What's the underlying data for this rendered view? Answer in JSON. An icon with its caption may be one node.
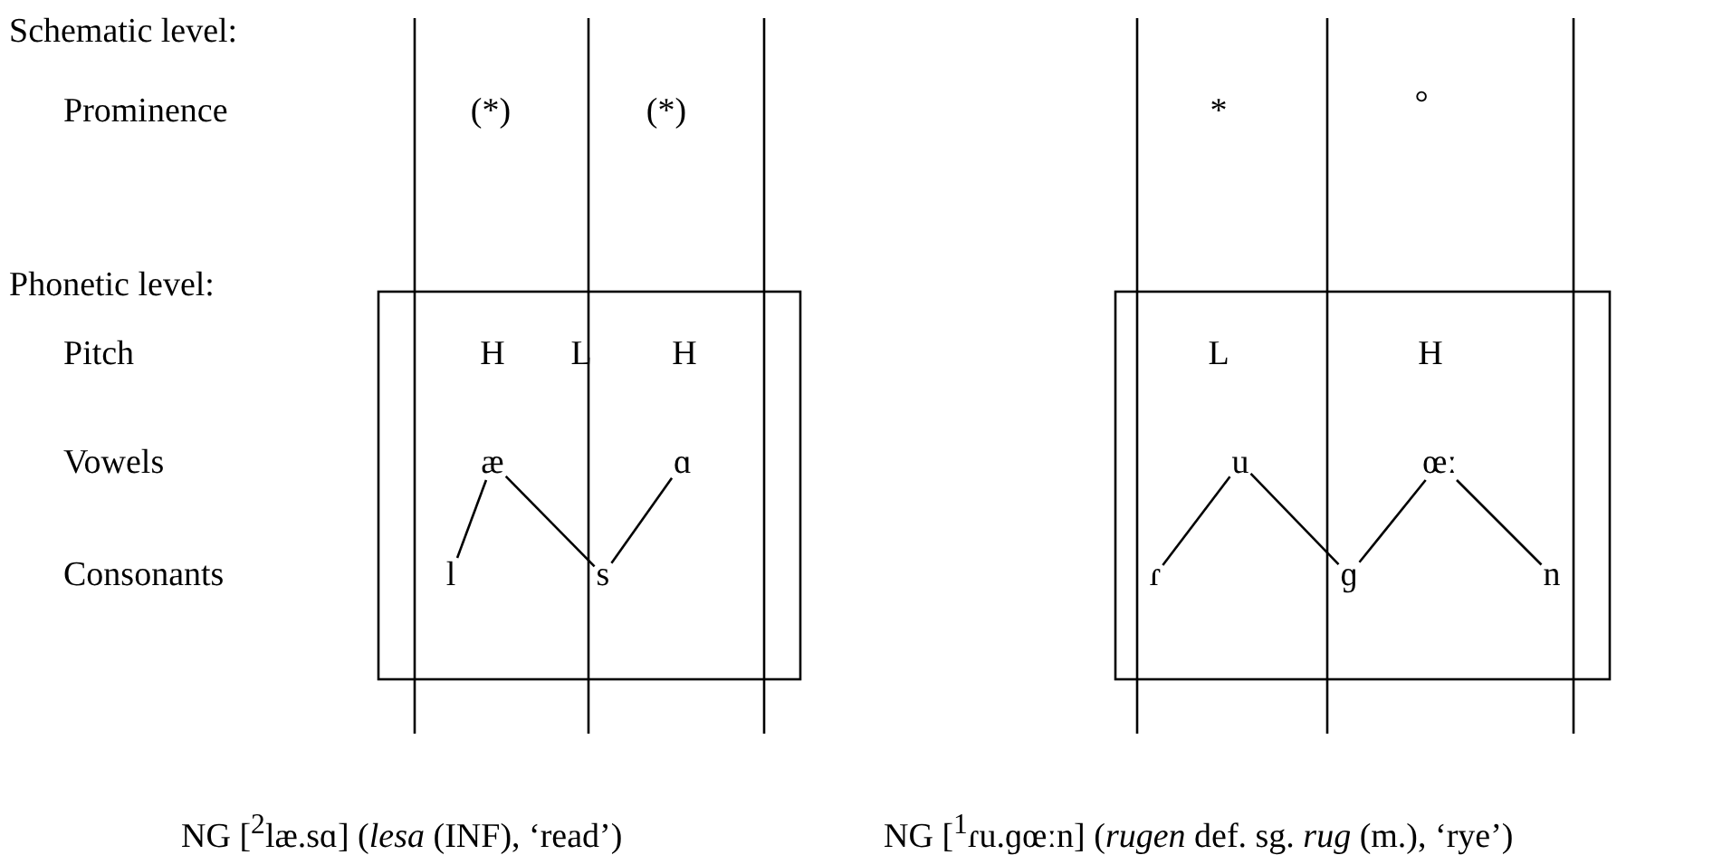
{
  "diagram": {
    "nodes": [
      {
        "text": [
          "æ"
        ]
      },
      {
        "text": [
          "ɑ"
        ]
      },
      {
        "text": [
          "l"
        ]
      },
      {
        "text": [
          "s"
        ]
      },
      {
        "text": [
          "u"
        ]
      },
      {
        "text": [
          "œː"
        ]
      },
      {
        "text": [
          "ɾ"
        ]
      },
      {
        "text": [
          "ɡ"
        ]
      },
      {
        "text": [
          "n"
        ]
      }
    ],
    "edges": [
      {
        "from": 0,
        "to": 2,
        "arrow": "none"
      },
      {
        "from": 0,
        "to": 3,
        "arrow": "none"
      },
      {
        "from": 1,
        "to": 3,
        "arrow": "none"
      },
      {
        "from": 4,
        "to": 6,
        "arrow": "none"
      },
      {
        "from": 4,
        "to": 7,
        "arrow": "none"
      },
      {
        "from": 5,
        "to": 7,
        "arrow": "none"
      },
      {
        "from": 5,
        "to": 8,
        "arrow": "none"
      }
    ],
    "labels": [
      "Schematic level:",
      "Prominence",
      "(*)",
      "(*)",
      "*",
      "°",
      "Phonetic level:",
      "Pitch",
      "H",
      "L",
      "H",
      "L",
      "H",
      "Vowels",
      "Consonants",
      "NG [$^{2}$læ.sɑ] (*lesa* (INF), ‘read’)",
      "NG [$^{1}$ɾu.ɡœːn] (*rugen* def. sg. *rug* (m.), ‘rye’)"
    ]
  }
}
